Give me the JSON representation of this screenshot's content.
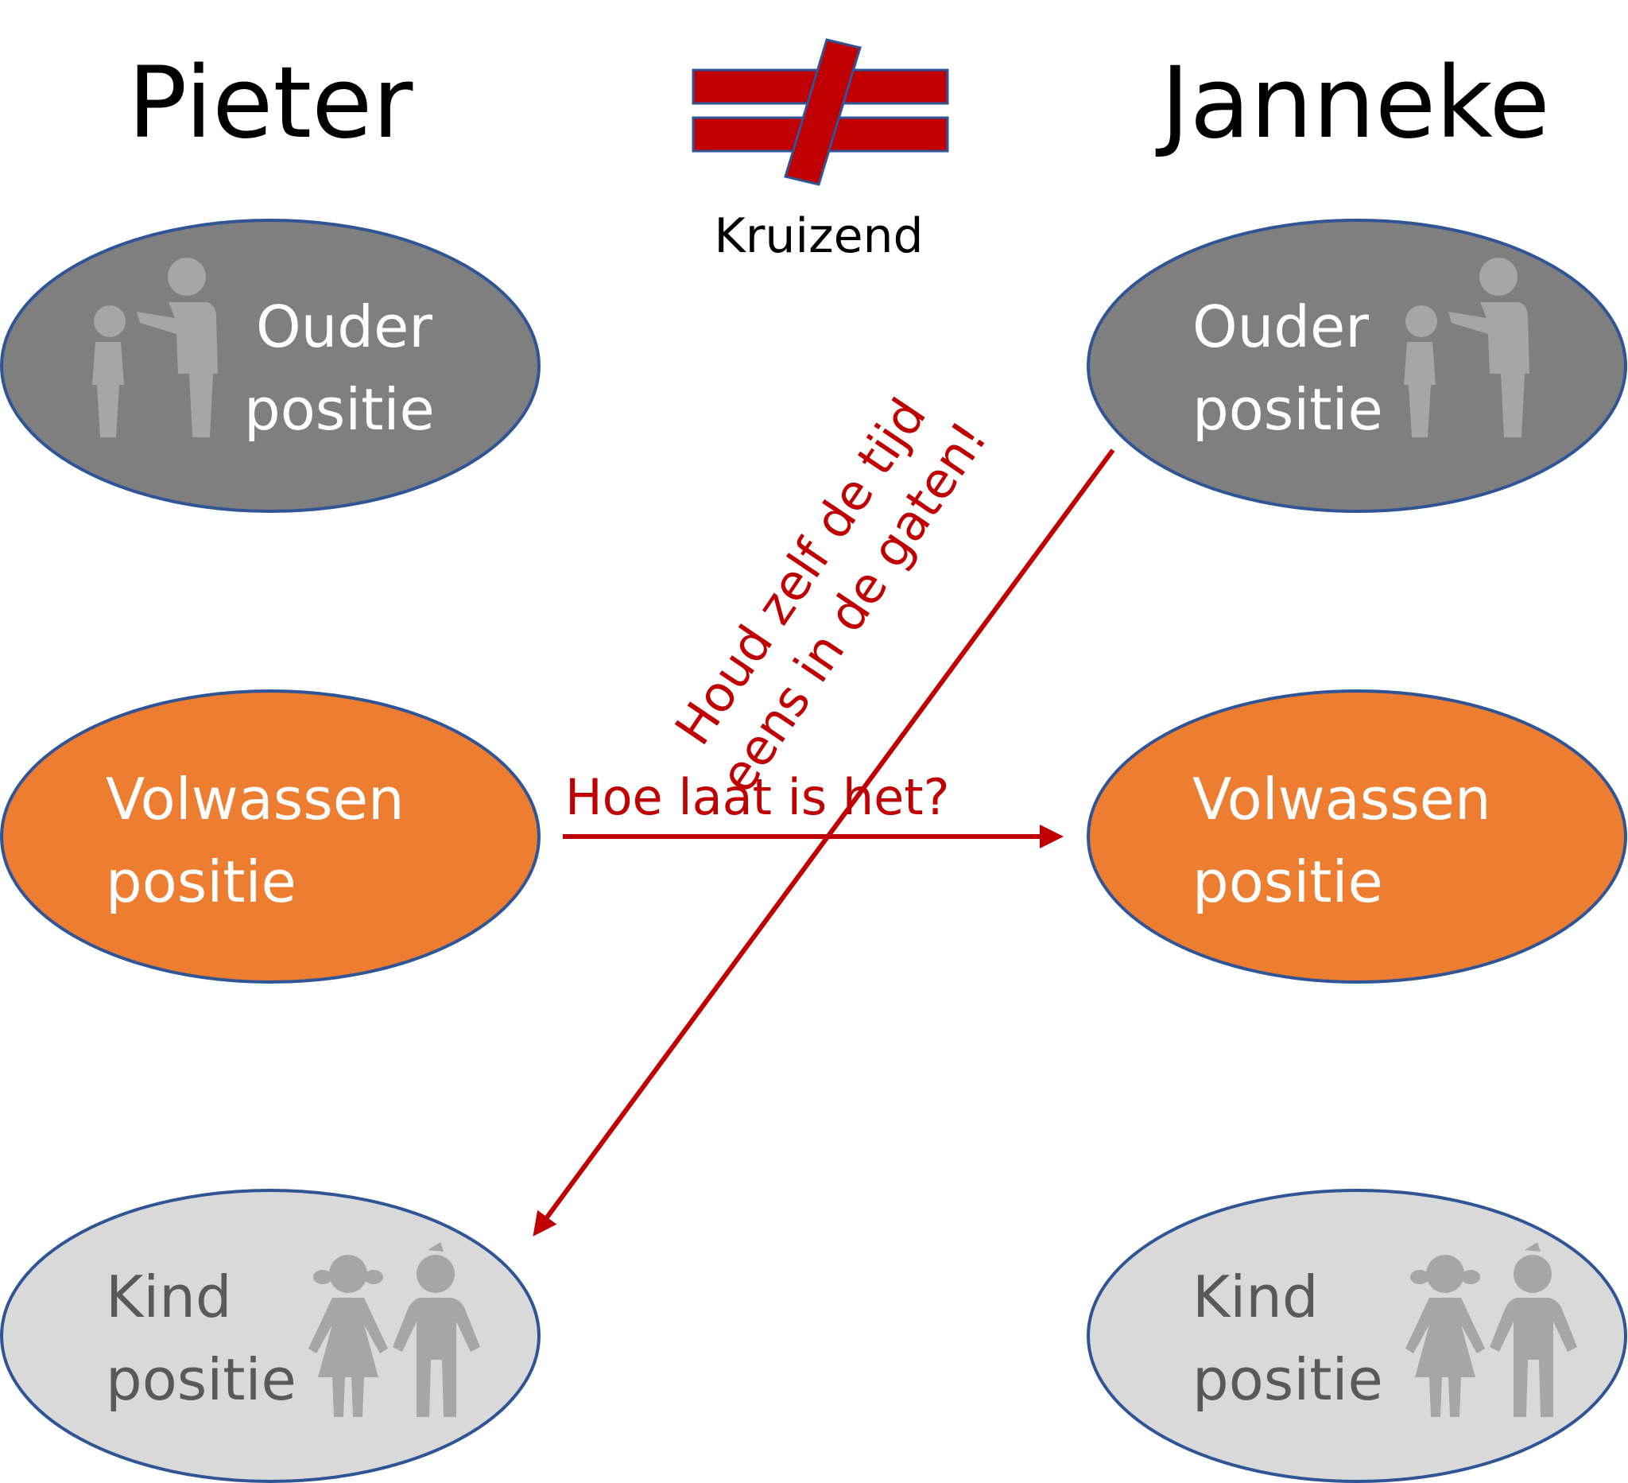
{
  "title_left": "Pieter",
  "title_right": "Janneke",
  "symbol": {
    "name": "not-equal-icon",
    "caption": "Kruizend",
    "color": "#c00000"
  },
  "colors": {
    "ouder": "#7f7f7f",
    "volwassen": "#ed7d31",
    "kind": "#d9d9d9",
    "ellipse_border": "#2f5597",
    "arrow": "#c00000",
    "light_text": "#ffffff",
    "dark_text": "#595959",
    "icon": "#a6a6a6"
  },
  "left": {
    "ouder": {
      "line1": "Ouder",
      "line2": "positie"
    },
    "volwassen": {
      "line1": "Volwassen",
      "line2": "positie"
    },
    "kind": {
      "line1": "Kind",
      "line2": "positie"
    }
  },
  "right": {
    "ouder": {
      "line1": "Ouder",
      "line2": "positie"
    },
    "volwassen": {
      "line1": "Volwassen",
      "line2": "positie"
    },
    "kind": {
      "line1": "Kind",
      "line2": "positie"
    }
  },
  "messages": {
    "stimulus": "Hoe laat is het?",
    "response_line1": "Houd zelf de tijd",
    "response_line2": "eens in de gaten!"
  },
  "icons": {
    "ouder": "parent-child-icon",
    "kind": "children-icon"
  }
}
